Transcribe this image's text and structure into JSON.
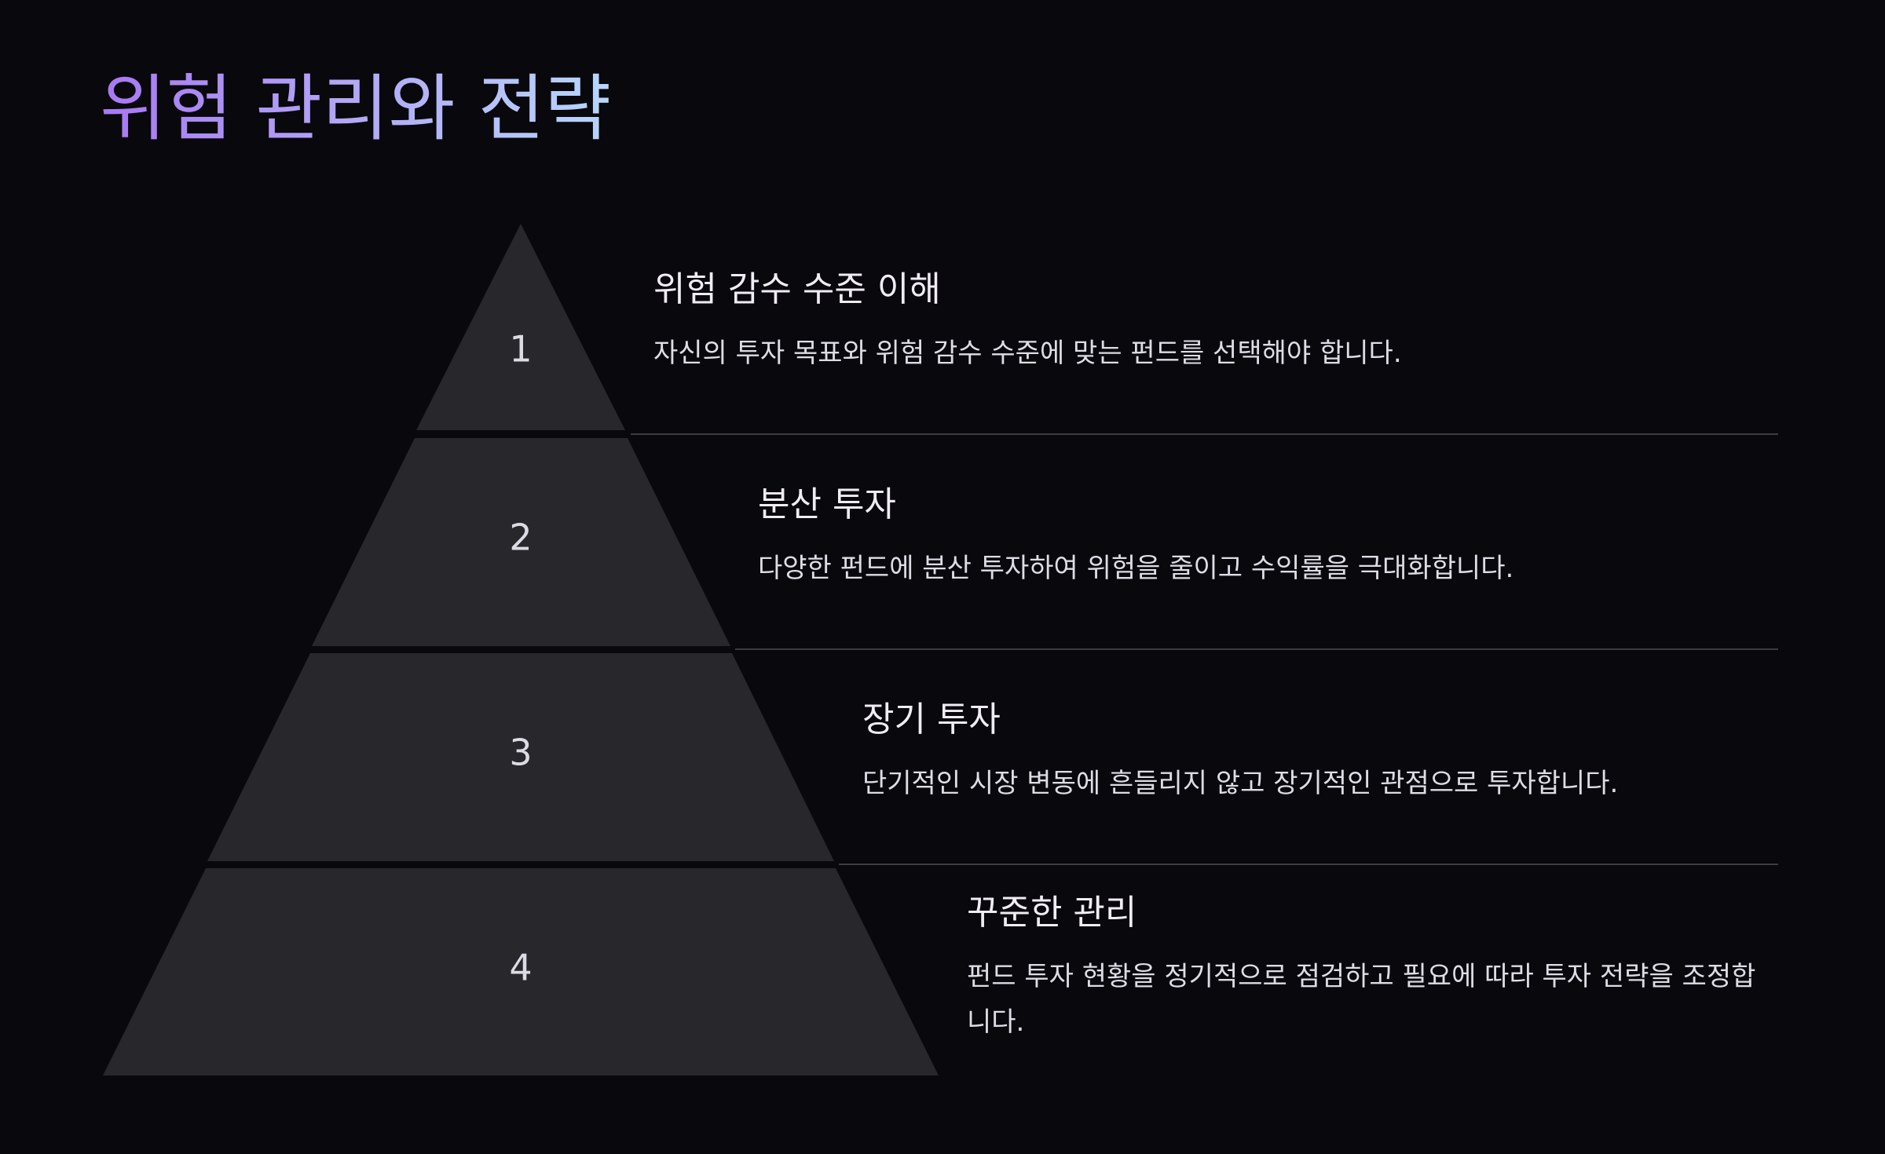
{
  "page": {
    "title": "위험 관리와 전략"
  },
  "levels": [
    {
      "number": "1",
      "title": "위험 감수 수준 이해",
      "description": "자신의 투자 목표와 위험 감수 수준에 맞는 펀드를 선택해야 합니다."
    },
    {
      "number": "2",
      "title": "분산 투자",
      "description": "다양한 펀드에 분산 투자하여 위험을 줄이고 수익률을 극대화합니다."
    },
    {
      "number": "3",
      "title": "장기 투자",
      "description": "단기적인 시장 변동에 흔들리지 않고 장기적인 관점으로 투자합니다."
    },
    {
      "number": "4",
      "title": "꾸준한 관리",
      "description": "펀드 투자 현황을 정기적으로 점검하고 필요에 따라 투자 전략을 조정합니다."
    }
  ],
  "colors": {
    "background": "#09080d",
    "pyramid_fill": "#28272c",
    "title_gradient_start": "#a778f2",
    "title_gradient_end": "#b8d6fb"
  }
}
